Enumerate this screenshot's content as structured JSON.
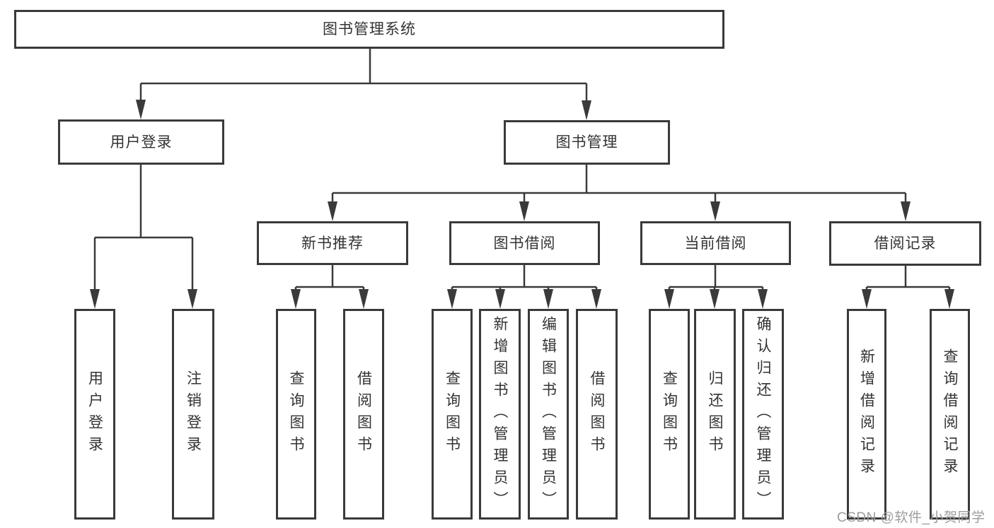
{
  "tree": {
    "root": {
      "label": "图书管理系统",
      "children": [
        {
          "label": "用户登录",
          "children": [
            {
              "label": "用户登录"
            },
            {
              "label": "注销登录"
            }
          ]
        },
        {
          "label": "图书管理",
          "children": [
            {
              "label": "新书推荐",
              "children": [
                {
                  "label": "查询图书"
                },
                {
                  "label": "借阅图书"
                }
              ]
            },
            {
              "label": "图书借阅",
              "children": [
                {
                  "label": "查询图书"
                },
                {
                  "label": "新增图书（管理员）"
                },
                {
                  "label": "编辑图书（管理员）"
                },
                {
                  "label": "借阅图书"
                }
              ]
            },
            {
              "label": "当前借阅",
              "children": [
                {
                  "label": "查询图书"
                },
                {
                  "label": "归还图书"
                },
                {
                  "label": "确认归还（管理员）"
                }
              ]
            },
            {
              "label": "借阅记录",
              "children": [
                {
                  "label": "新增借阅记录"
                },
                {
                  "label": "查询借阅记录"
                }
              ]
            }
          ]
        }
      ]
    }
  },
  "watermark": {
    "text": "CSDN @软件_小贺同学"
  },
  "colors": {
    "line": "#3a3a3a",
    "text": "#333333",
    "watermark": "#9c9c9c",
    "background": "#ffffff"
  }
}
